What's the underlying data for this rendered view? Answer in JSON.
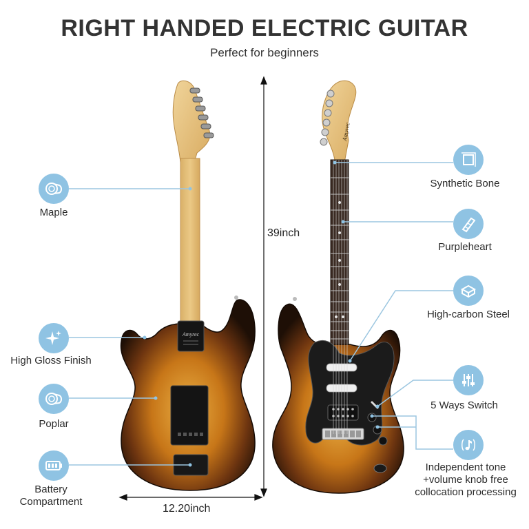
{
  "header": {
    "title": "RIGHT HANDED ELECTRIC GUITAR",
    "subtitle": "Perfect for beginners"
  },
  "dimensions": {
    "height_label": "39inch",
    "width_label": "12.20inch"
  },
  "brand": {
    "headstock_text": "Amyrec"
  },
  "features_left": [
    {
      "label": "Maple",
      "icon": "wood-log-icon"
    },
    {
      "label": "High Gloss Finish",
      "icon": "sparkle-icon"
    },
    {
      "label": "Poplar",
      "icon": "wood-log-icon"
    },
    {
      "label": "Battery\nCompartment",
      "icon": "battery-icon"
    }
  ],
  "features_right": [
    {
      "label": "Synthetic Bone",
      "icon": "bone-nut-icon"
    },
    {
      "label": "Purpleheart",
      "icon": "truss-rod-icon"
    },
    {
      "label": "High-carbon Steel",
      "icon": "steel-block-icon"
    },
    {
      "label": "5 Ways Switch",
      "icon": "switch-sliders-icon"
    },
    {
      "label": "Independent tone\n+volume knob free\ncollocation processing",
      "icon": "music-note-icon"
    }
  ],
  "colors": {
    "icon_bg": "#8fc3e3",
    "leader_line": "#9cc6e0",
    "maple": "#e7c27c",
    "sunburst_center": "#e2a23a",
    "sunburst_edge": "#2a160a",
    "fretboard": "#3a2a22",
    "pickguard": "#1b1b1b"
  }
}
